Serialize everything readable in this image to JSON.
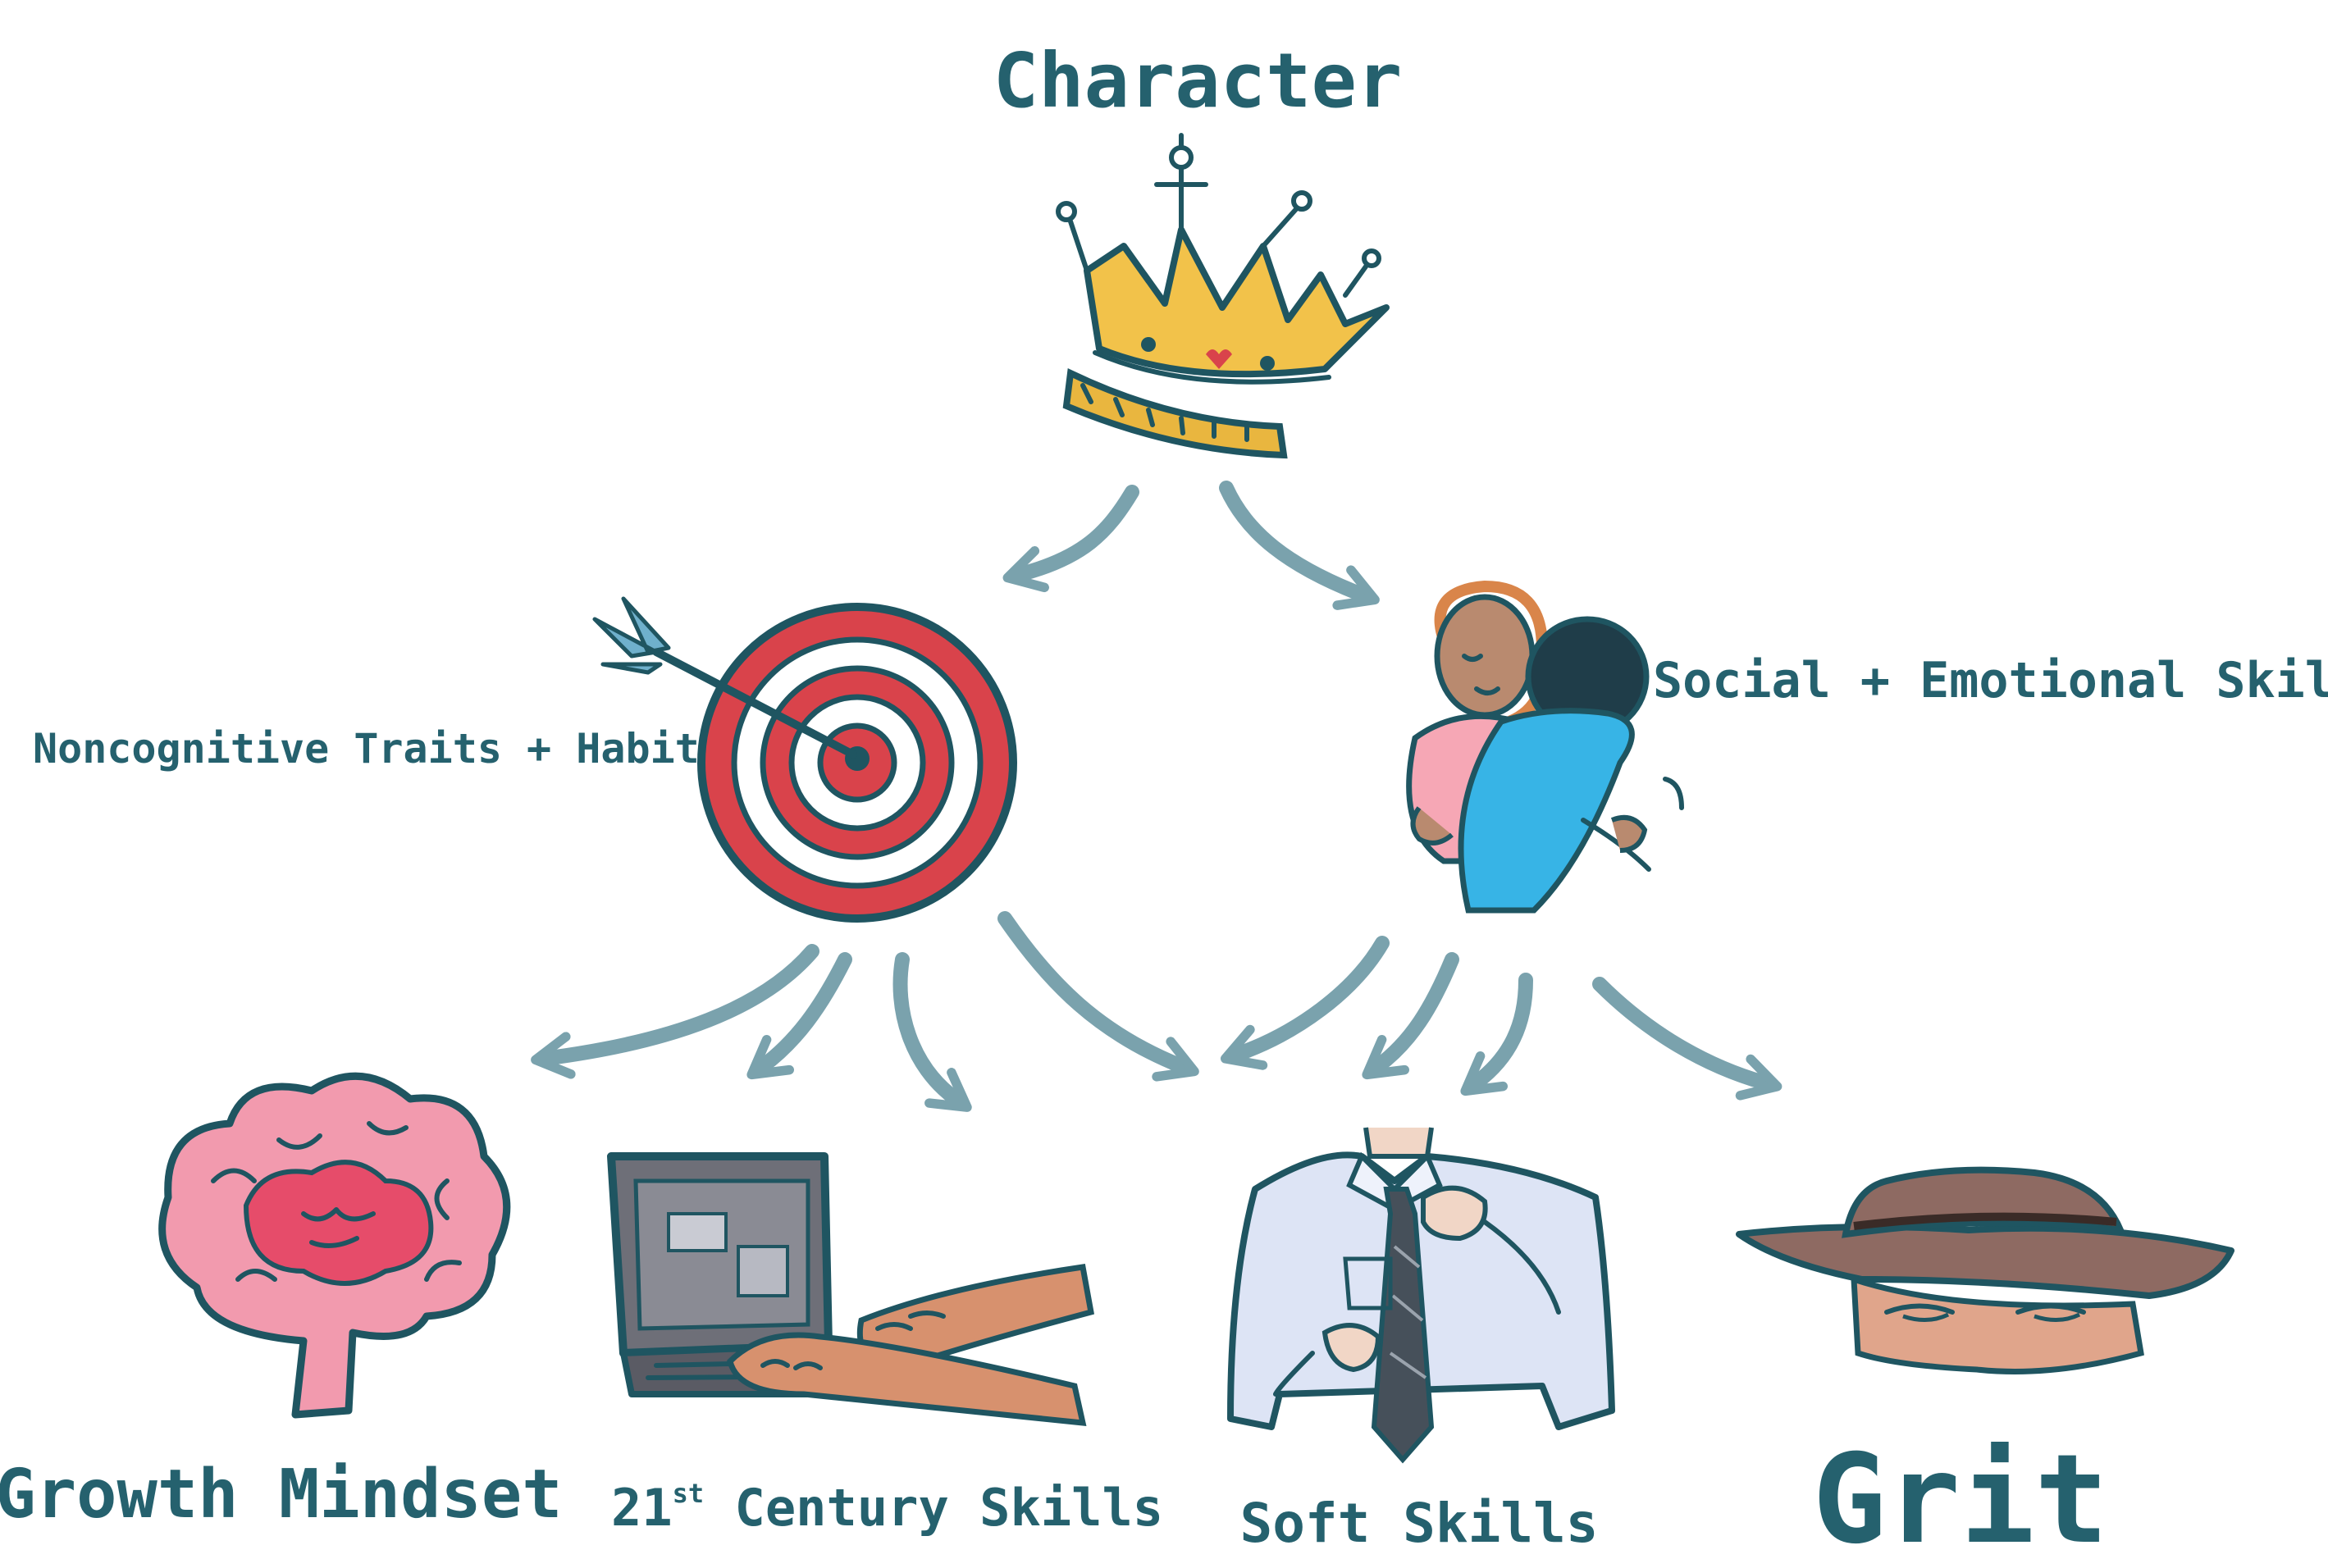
{
  "nodes": {
    "character": "Character",
    "noncognitive": "Noncognitive Traits + Habits",
    "social_emotional": "Social + Emotional Skills",
    "growth_mindset": "Growth Mindset",
    "century_prefix": "21",
    "century_sup": "st",
    "century_suffix": " Century Skills",
    "soft_skills": "Soft Skills",
    "grit": "Grit"
  },
  "icons": {
    "character": "crown-icon",
    "noncognitive": "target-icon",
    "social_emotional": "hug-icon",
    "growth_mindset": "brain-icon",
    "century_skills": "laptop-icon",
    "soft_skills": "shirt-tie-icon",
    "grit": "cowboy-hat-icon"
  },
  "colors": {
    "ink": "#1f5561",
    "label": "#25616e",
    "arrow": "#6c98a5",
    "crown": "#f2c24a",
    "target_red": "#d9434b",
    "brain_pink": "#f29aae",
    "shirt": "#dde4f5",
    "hug_blue": "#37b4e6",
    "hug_pink": "#f6a7b5",
    "hat_brown": "#8e6a62"
  }
}
